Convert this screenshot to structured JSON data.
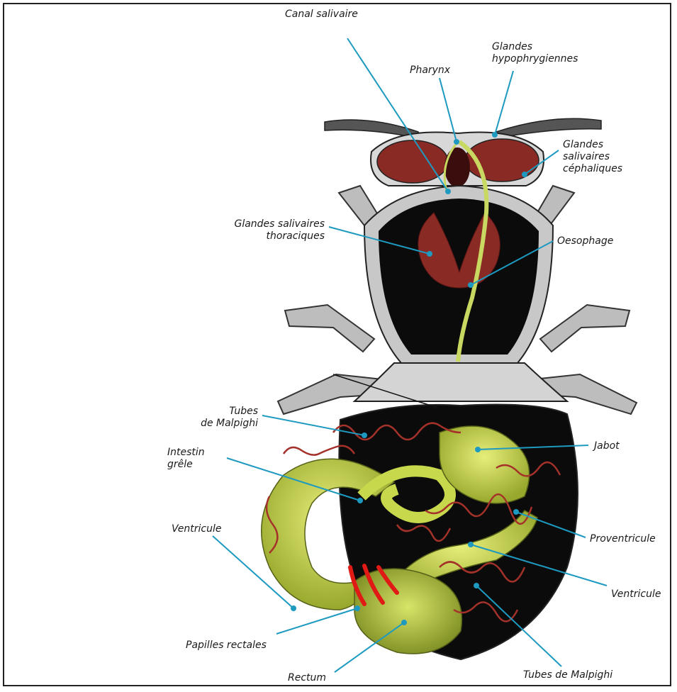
{
  "colors": {
    "leader": "#1e9ac0",
    "dot": "#1e9ac0",
    "body": "#0b0b0b",
    "shell": "#c8c8c8",
    "gland": "#8a2a24",
    "gut": "#d4e05a",
    "gut_dark": "#8a9a2a",
    "tubule": "#a4322a",
    "papillae": "#e01a14",
    "esophagus": "#c8d860"
  },
  "labels": {
    "canal_salivaire": "Canal salivaire",
    "pharynx": "Pharynx",
    "glandes_hypo_1": "Glandes",
    "glandes_hypo_2": "hypophrygiennes",
    "glandes_sal_ceph_1": "Glandes",
    "glandes_sal_ceph_2": "salivaires",
    "glandes_sal_ceph_3": "céphaliques",
    "glandes_sal_thor_1": "Glandes salivaires",
    "glandes_sal_thor_2": "thoraciques",
    "oesophage": "Oesophage",
    "tubes_malpighi_top_1": "Tubes",
    "tubes_malpighi_top_2": "de Malpighi",
    "intestin_1": "Intestin",
    "intestin_2": "grêle",
    "jabot": "Jabot",
    "ventricule_left": "Ventricule",
    "proventricule": "Proventricule",
    "ventricule_right": "Ventricule",
    "papilles_rectales": "Papilles rectales",
    "rectum": "Rectum",
    "tubes_malpighi_bottom": "Tubes de Malpighi"
  }
}
